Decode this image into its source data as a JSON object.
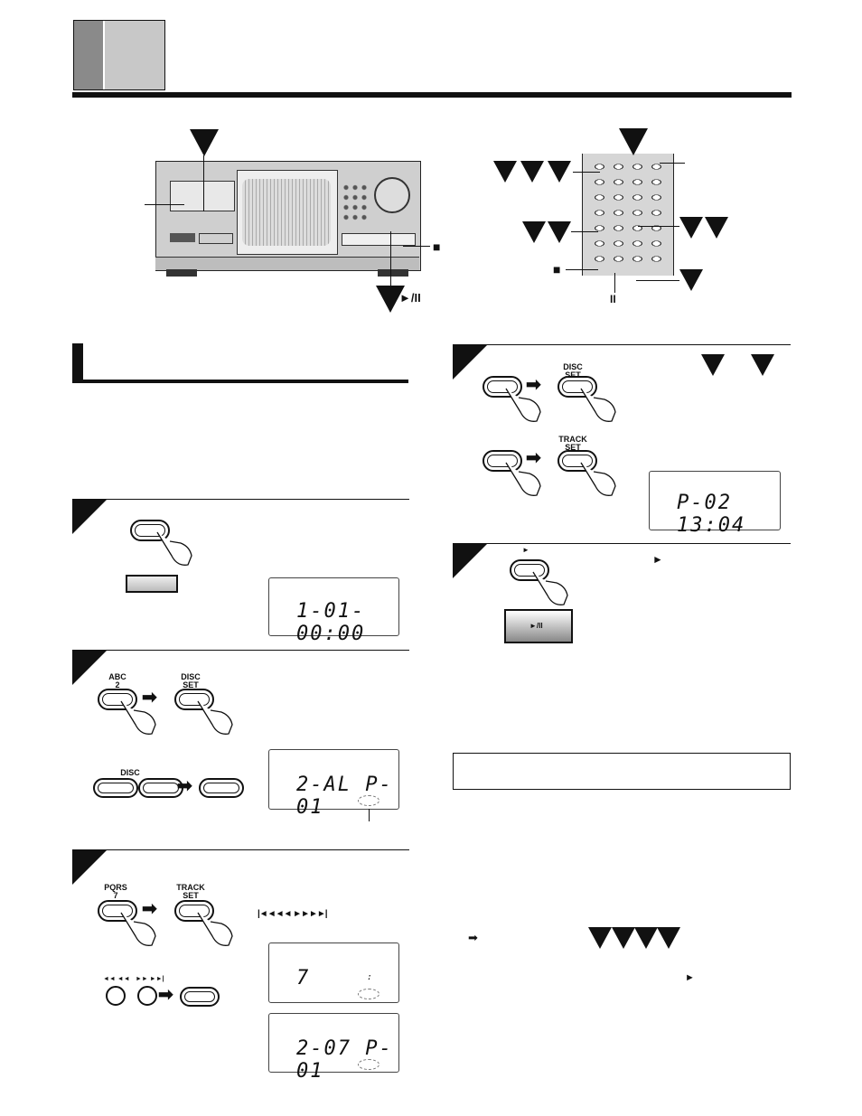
{
  "remote": {
    "stop_label": "■",
    "pause_label": "II"
  },
  "unit": {
    "play_pause_label": "►/II",
    "stop_label": "■"
  },
  "steps": {
    "s4": {
      "disc_set_label": "DISC\nSET",
      "track_set_label": "TRACK\nSET",
      "display": "P-02  13:04"
    },
    "s5": {
      "play_small_label": "►",
      "play_button_label": "►/II",
      "play_symbol": "►"
    },
    "s1": {
      "display": "1-01-00:00"
    },
    "s2": {
      "abc_label": "ABC\n2",
      "disc_set_label": "DISC\nSET",
      "disc_label": "DISC",
      "display": "2-AL  P-01"
    },
    "s3": {
      "pqrs_label": "PQRS\n7",
      "track_set_label": "TRACK\nSET",
      "skip_symbols": "|◄◄◄◄  ►►►►|",
      "rew_label": "◄◄ ◄◄",
      "ff_label": "►► ►►|",
      "display_a": "7",
      "display_a_colon": ":",
      "display_b": "2-07  P-01"
    }
  },
  "notes": {
    "arrow_symbol": "➡",
    "play_symbol": "►"
  }
}
